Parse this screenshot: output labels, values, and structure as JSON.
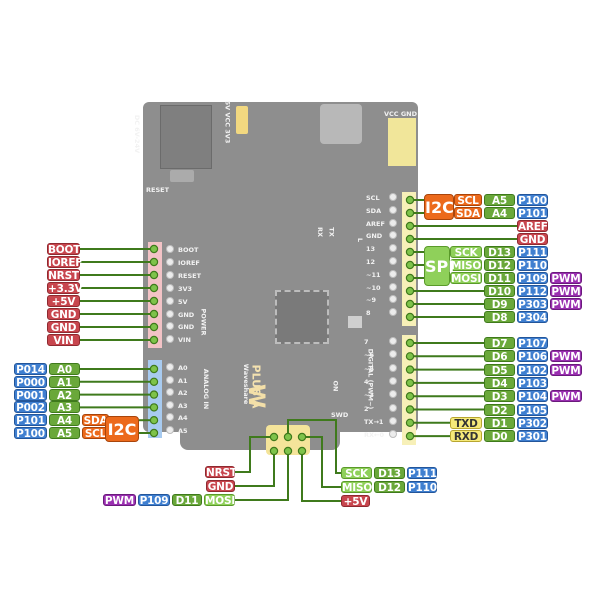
{
  "colors": {
    "power": "#c8464e",
    "digital_analog": "#6aa83a",
    "port": "#3f7fd0",
    "pwm": "#9a2fb0",
    "i2c": "#ec6a1c",
    "uart": "#f6ea7a",
    "spi": "#8fd05a",
    "wire": "#3f7a1c",
    "board": "#8e8e8e"
  },
  "board": {
    "silkscreen": {
      "dc_input": "DC 6V-24V",
      "reset": "RESET",
      "jumper": "5V VCC 3V3",
      "vcc_gnd": "VCC GND",
      "power_group": "POWER",
      "analog_group": "ANALOG IN",
      "digital_group": "DIGITAL (PWM~)",
      "brand": "Waveshare",
      "model": "PLUS A",
      "swd": "SWD",
      "on": "ON",
      "tx_led": "TX",
      "rx_led": "RX",
      "l_led": "L"
    },
    "power_header": [
      "BOOT",
      "IOREF",
      "RESET",
      "3V3",
      "5V",
      "GND",
      "GND",
      "VIN"
    ],
    "analog_header": [
      "A0",
      "A1",
      "A2",
      "A3",
      "A4",
      "A5"
    ],
    "top_header": [
      "SCL",
      "SDA",
      "AREF",
      "GND",
      "13",
      "12",
      "~11",
      "~10",
      "~9",
      "8"
    ],
    "bottom_header": [
      "7",
      "~6",
      "~5",
      "4",
      "~3",
      "2",
      "TX→1",
      "RX←0"
    ]
  },
  "left_power_labels": [
    "BOOT",
    "IOREF",
    "NRST",
    "+3.3V",
    "+5V",
    "GND",
    "GND",
    "VIN"
  ],
  "left_analog_rows": [
    {
      "port": "P014",
      "pin": "A0"
    },
    {
      "port": "P000",
      "pin": "A1"
    },
    {
      "port": "P001",
      "pin": "A2"
    },
    {
      "port": "P002",
      "pin": "A3"
    },
    {
      "port": "P101",
      "pin": "A4",
      "func": "SDA"
    },
    {
      "port": "P100",
      "pin": "A5",
      "func": "SCL"
    }
  ],
  "left_i2c_tag": "I2C",
  "right_top_rows": [
    {
      "func": "SCL",
      "pin": "A5",
      "port": "P100"
    },
    {
      "func": "SDA",
      "pin": "A4",
      "port": "P101"
    },
    {
      "power": "AREF"
    },
    {
      "power": "GND"
    },
    {
      "func": "SCK",
      "pin": "D13",
      "port": "P111"
    },
    {
      "func": "MISO",
      "pin": "D12",
      "port": "P110"
    },
    {
      "func": "MOSI",
      "pin": "D11",
      "port": "P109",
      "pwm": "PWM"
    },
    {
      "pin": "D10",
      "port": "P112",
      "pwm": "PWM"
    },
    {
      "pin": "D9",
      "port": "P303",
      "pwm": "PWM"
    },
    {
      "pin": "D8",
      "port": "P304"
    }
  ],
  "right_i2c_tag": "I2C",
  "right_spi_tag": "SPI",
  "right_bottom_rows": [
    {
      "pin": "D7",
      "port": "P107"
    },
    {
      "pin": "D6",
      "port": "P106",
      "pwm": "PWM"
    },
    {
      "pin": "D5",
      "port": "P102",
      "pwm": "PWM"
    },
    {
      "pin": "D4",
      "port": "P103"
    },
    {
      "pin": "D3",
      "port": "P104",
      "pwm": "PWM"
    },
    {
      "pin": "D2",
      "port": "P105"
    },
    {
      "uart": "TXD",
      "pin": "D1",
      "port": "P302"
    },
    {
      "uart": "RXD",
      "pin": "D0",
      "port": "P301"
    }
  ],
  "icsp_left": {
    "nrst": "NRST",
    "gnd": "GND",
    "mosi": {
      "pwm": "PWM",
      "port": "P109",
      "pin": "D11",
      "func": "MOSI"
    }
  },
  "icsp_right": {
    "sck": {
      "func": "SCK",
      "pin": "D13",
      "port": "P111"
    },
    "miso": {
      "func": "MISO",
      "pin": "D12",
      "port": "P110"
    },
    "vcc": "+5V"
  }
}
